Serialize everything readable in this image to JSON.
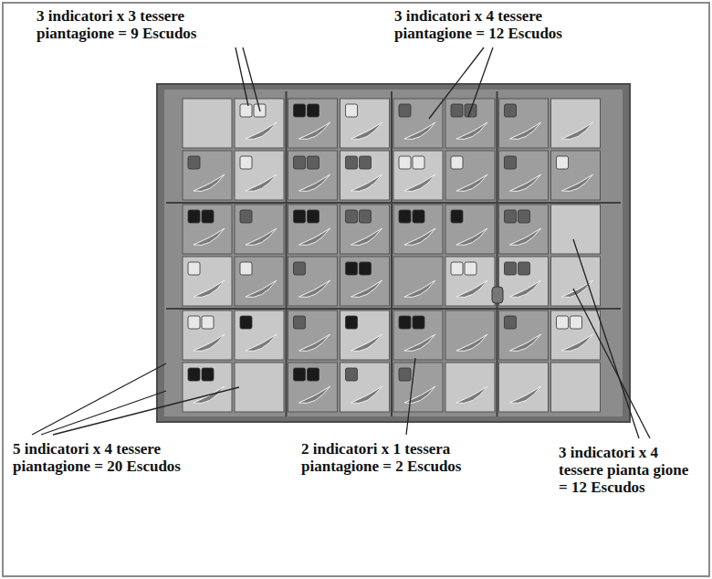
{
  "diagram": {
    "labels": [
      "3 indicatori x 3 tessere piantagione = 9 Escudos",
      "3 indicatori x 4 tessere piantagione = 12 Escudos",
      "5 indicatori x 4 tessere piantagione = 20 Escudos",
      "2 indicatori x 1 tessera piantagione = 2 Escudos",
      "3 indicatori x 4 tessere pianta gione = 12 Escudos"
    ]
  }
}
